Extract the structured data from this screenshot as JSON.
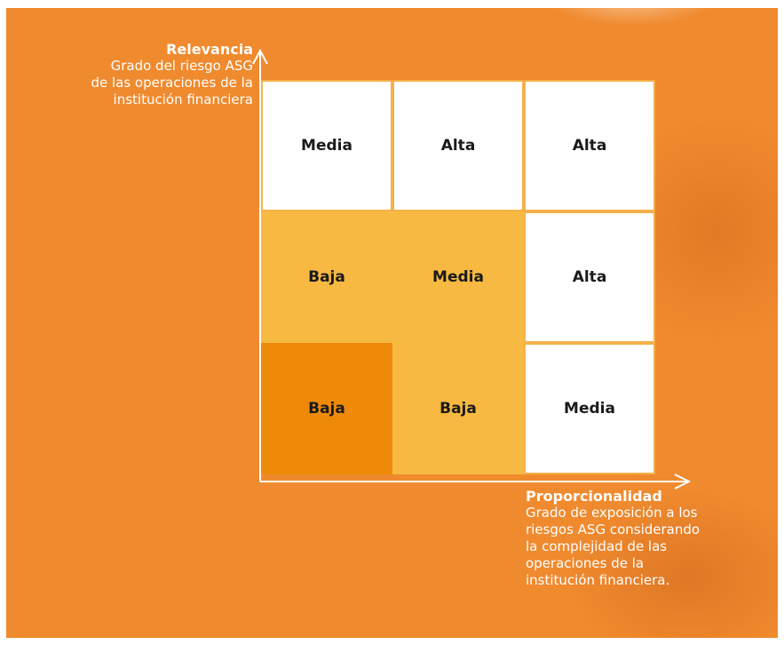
{
  "y_axis": {
    "title": "Relevancia",
    "description": [
      "Grado del riesgo ASG",
      "de las operaciones de la",
      "institución financiera"
    ]
  },
  "x_axis": {
    "title": "Proporcionalidad",
    "description": [
      "Grado de exposición a los",
      "riesgos ASG considerando",
      "la complejidad de las",
      "operaciones de la",
      "institución financiera."
    ]
  },
  "matrix": {
    "rows": [
      [
        {
          "label": "Media",
          "level": "white"
        },
        {
          "label": "Alta",
          "level": "white"
        },
        {
          "label": "Alta",
          "level": "white"
        }
      ],
      [
        {
          "label": "Baja",
          "level": "yellow"
        },
        {
          "label": "Media",
          "level": "yellow"
        },
        {
          "label": "Alta",
          "level": "white"
        }
      ],
      [
        {
          "label": "Baja",
          "level": "dark-orange"
        },
        {
          "label": "Baja",
          "level": "yellow"
        },
        {
          "label": "Media",
          "level": "white"
        }
      ]
    ]
  },
  "colors": {
    "background": "#f08a2e",
    "white": "#ffffff",
    "yellow": "#f8b942",
    "dark-orange": "#ee8a08",
    "axis": "#ffffff"
  }
}
